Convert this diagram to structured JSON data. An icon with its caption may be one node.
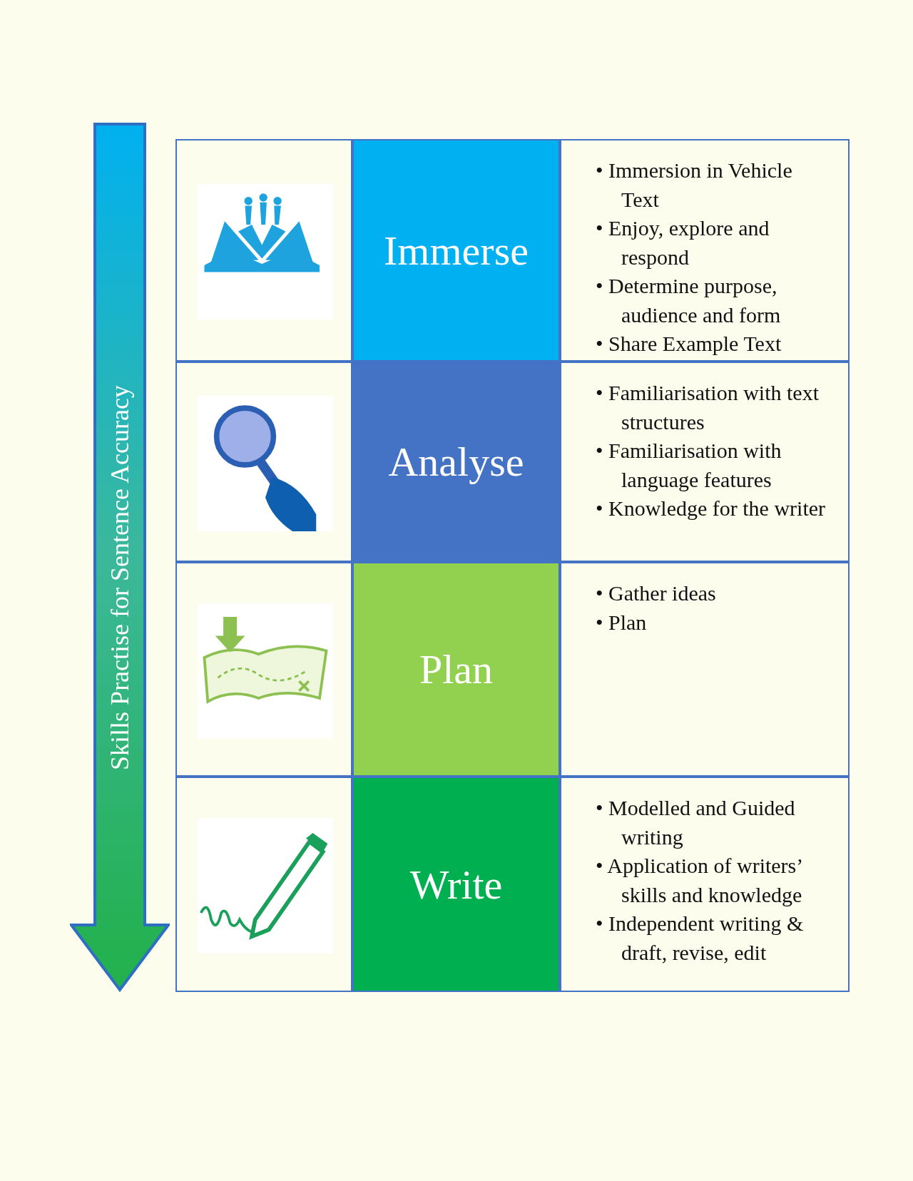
{
  "diagram": {
    "nodes": [
      {
        "text": [
          "Skills Practise for Sentence Accuracy"
        ]
      },
      {
        "text": [
          "Immerse"
        ]
      },
      {
        "text": [
          "• Immersion in Vehicle Text",
          "• Enjoy, explore and respond",
          "• Determine purpose, audience and form",
          "• Share Example Text"
        ]
      },
      {
        "text": [
          "Analyse"
        ]
      },
      {
        "text": [
          "• Familiarisation with text structures",
          "• Familiarisation with language features",
          "• Knowledge for the writer"
        ]
      },
      {
        "text": [
          "Plan"
        ]
      },
      {
        "text": [
          "• Gather ideas",
          "• Plan"
        ]
      },
      {
        "text": [
          "Write"
        ]
      },
      {
        "text": [
          "• Modelled and Guided writing",
          "• Application of writers’ skills and knowledge",
          "• Independent writing & draft, revise, edit"
        ]
      }
    ]
  }
}
